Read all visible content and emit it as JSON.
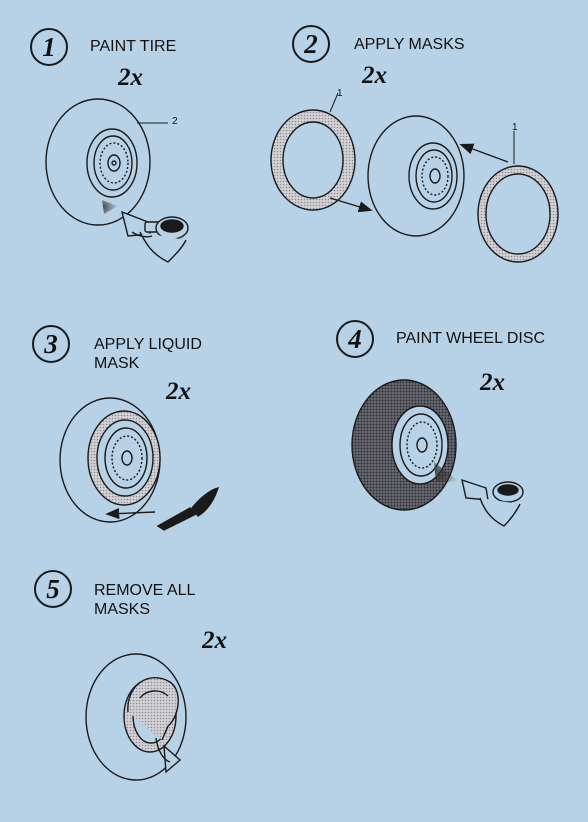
{
  "steps": [
    {
      "number": "1",
      "title": "PAINT TIRE",
      "multiplier": "2x",
      "callout": "2"
    },
    {
      "number": "2",
      "title": "APPLY MASKS",
      "multiplier": "2x",
      "callout_left": "1",
      "callout_right": "1"
    },
    {
      "number": "3",
      "title_line1": "APPLY LIQUID",
      "title_line2": "MASK",
      "multiplier": "2x"
    },
    {
      "number": "4",
      "title": "PAINT WHEEL DISC",
      "multiplier": "2x"
    },
    {
      "number": "5",
      "title_line1": "REMOVE  ALL",
      "title_line2": "MASKS",
      "multiplier": "2x"
    }
  ],
  "icons": {
    "airbrush": "airbrush-icon",
    "brush": "paintbrush-icon",
    "hand": "hand-icon",
    "arrow": "arrow-icon"
  },
  "colors": {
    "background": "#b7d2e6",
    "line": "#1a1a1a",
    "mask_fill": "#c3c3c8",
    "tire_dark": "#5c5c64"
  }
}
